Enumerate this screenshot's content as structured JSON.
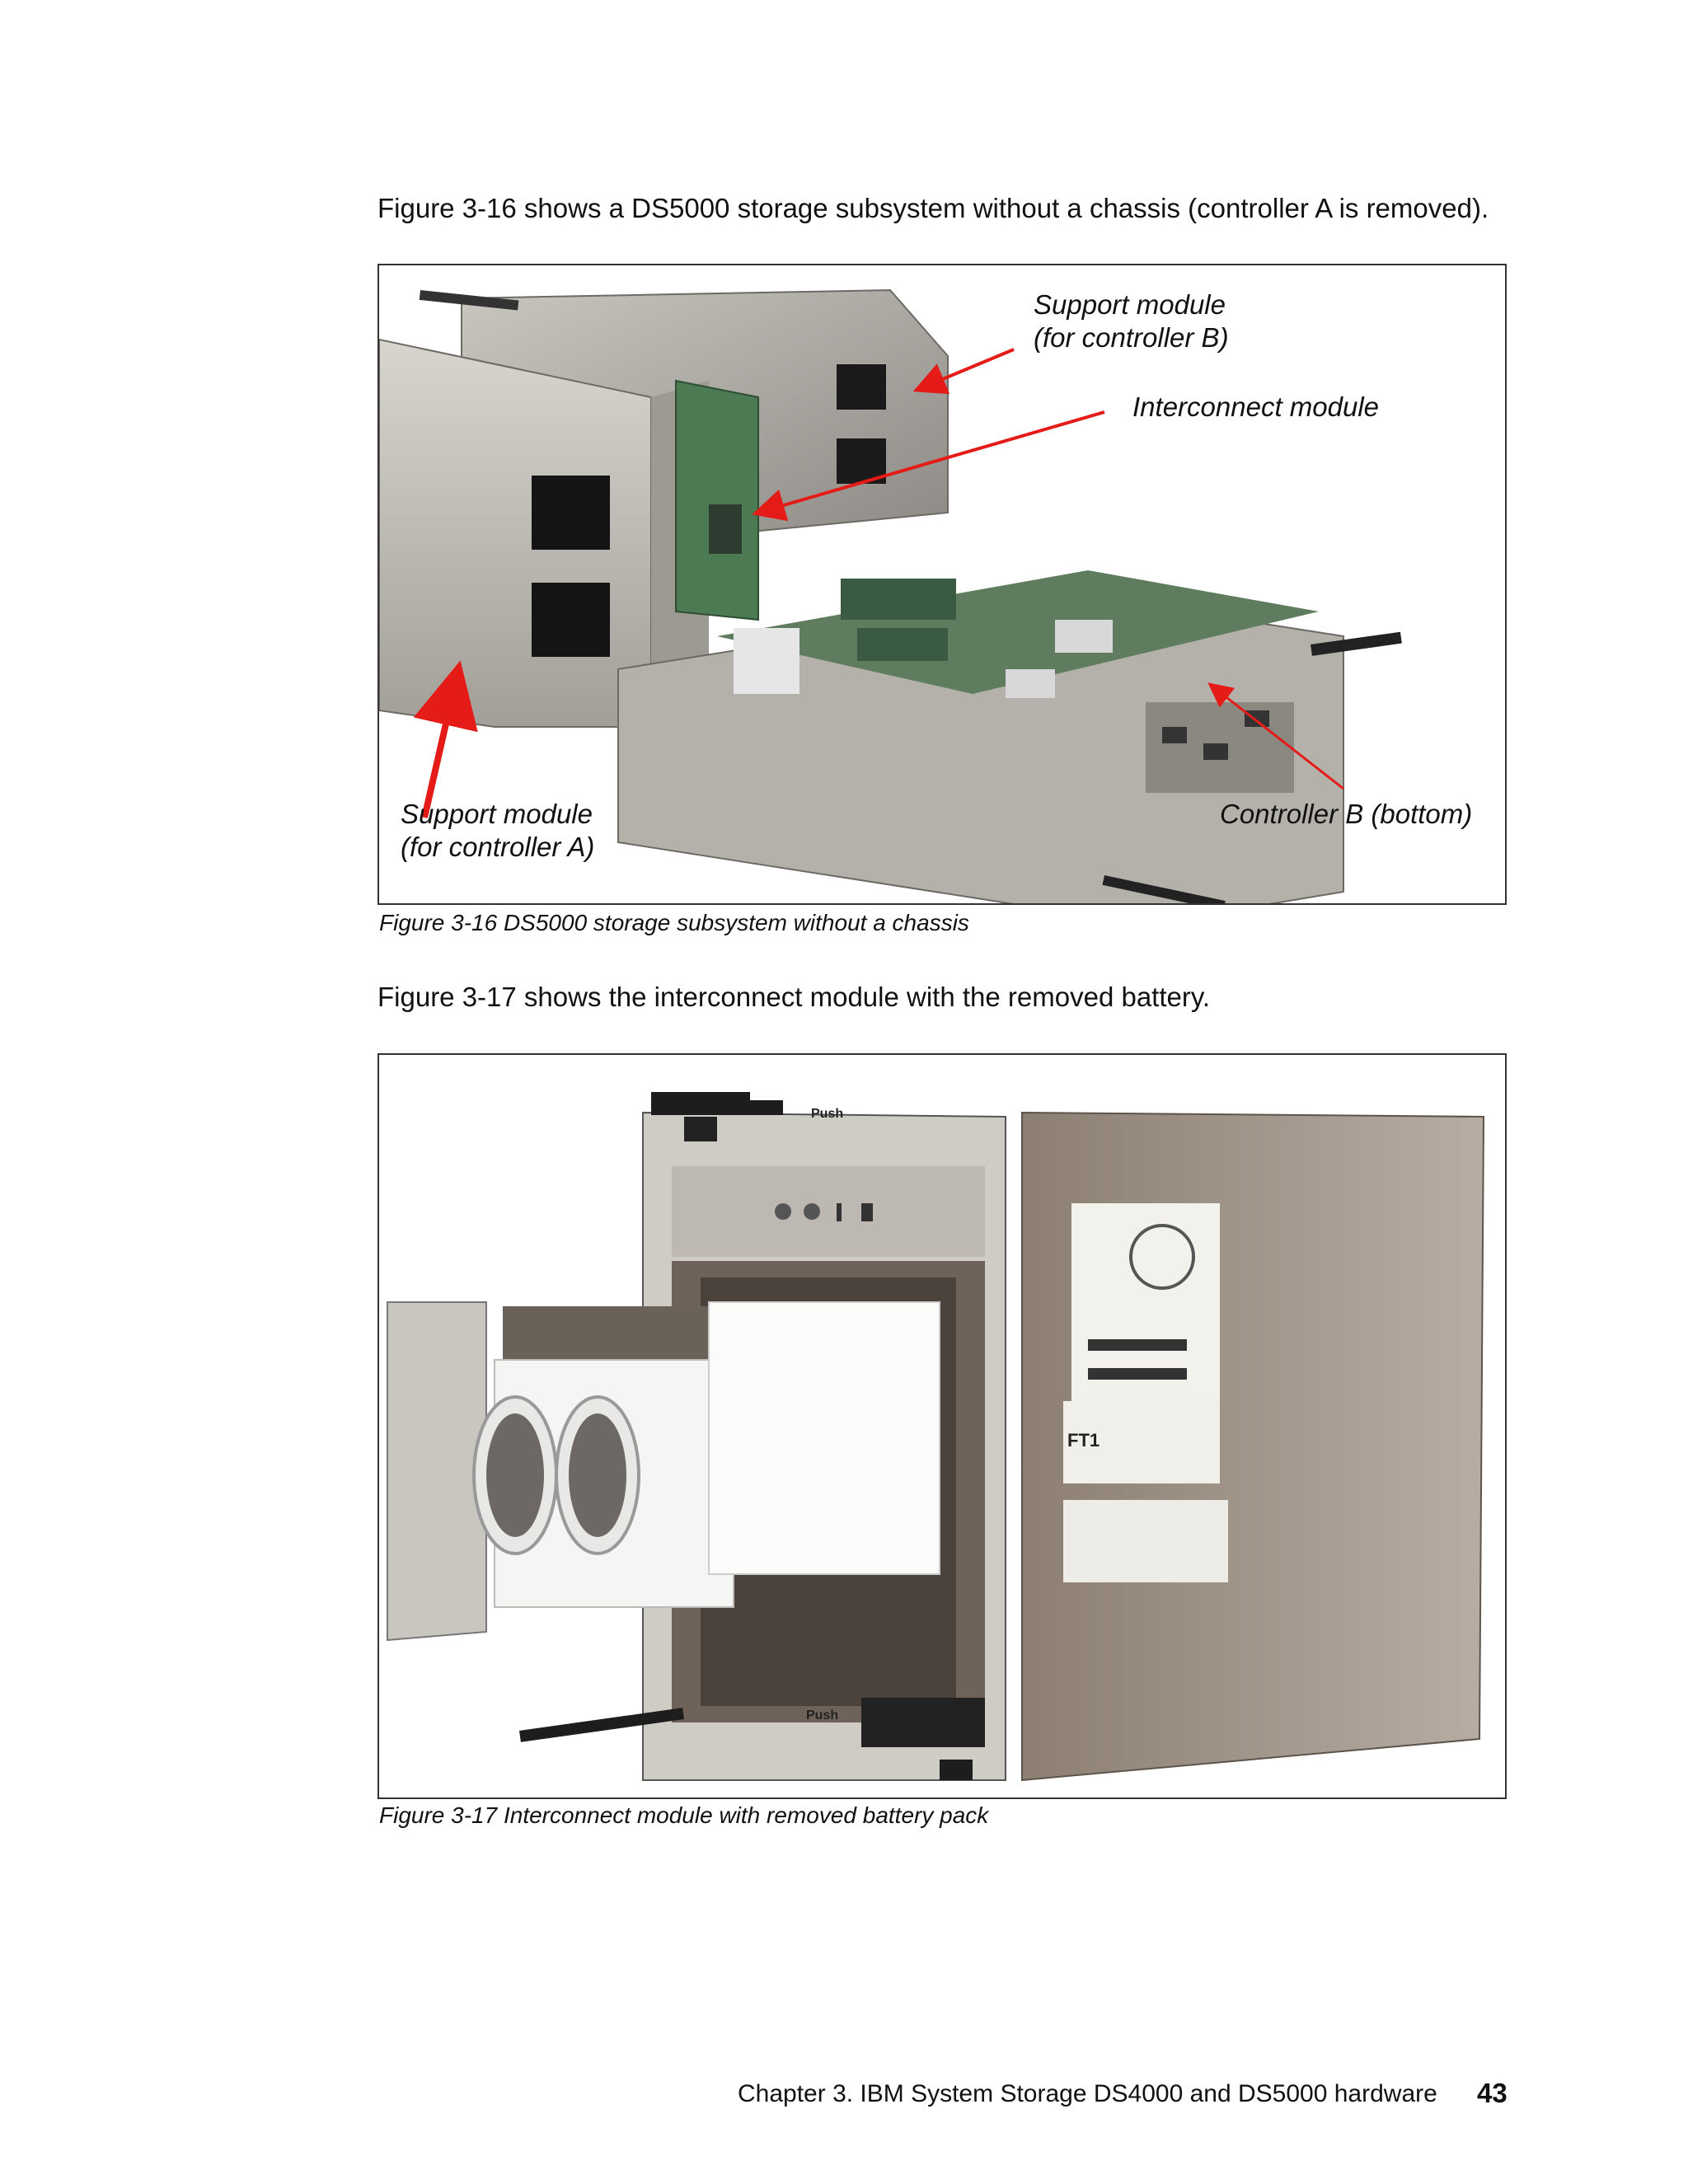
{
  "intro_fig16": "Figure 3-16 shows a DS5000 storage subsystem without a chassis (controller A is removed).",
  "fig16": {
    "labels": {
      "support_b_line1": "Support module",
      "support_b_line2": "(for controller B)",
      "interconnect": "Interconnect module",
      "support_a_line1": "Support module",
      "support_a_line2": "(for controller A)",
      "controller_b": "Controller B (bottom)"
    },
    "caption": "Figure 3-16   DS5000 storage subsystem without a chassis",
    "arrow_color": "#e41b17"
  },
  "intro_fig17": "Figure 3-17 shows the interconnect module with the removed battery.",
  "fig17": {
    "push_top": "Push",
    "push_bottom": "Push",
    "label_text": "FT1",
    "caption": "Figure 3-17   Interconnect module with removed battery pack"
  },
  "footer": {
    "chapter": "Chapter 3. IBM System Storage DS4000 and DS5000 hardware",
    "page_number": "43"
  }
}
